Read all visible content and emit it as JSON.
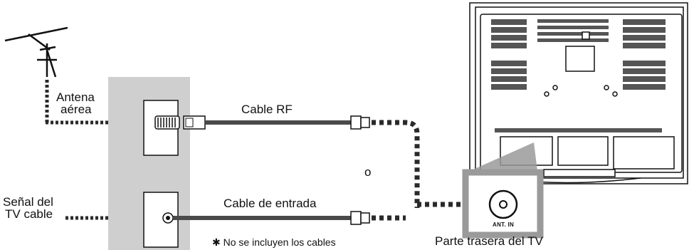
{
  "labels": {
    "antenna_line1": "Antena",
    "antenna_line2": "aérea",
    "cable_tv_line1": "Señal del",
    "cable_tv_line2": "TV cable",
    "cable_rf": "Cable RF",
    "cable_input": "Cable de entrada",
    "or_word": "o",
    "not_included": "✱ No se incluyen los cables",
    "tv_rear": "Parte trasera del TV",
    "ant_in": "ANT. IN"
  },
  "colors": {
    "wall_plate": "#cfcfcf",
    "cable": "#4a4a4a",
    "dotted": "#2a2a2a",
    "callout_frame": "#9a9a9a",
    "tv_outline": "#111111"
  },
  "icons": {
    "antenna": "antenna-icon",
    "tv": "tv-rear-icon",
    "arrow": "arrow-right-icon"
  }
}
